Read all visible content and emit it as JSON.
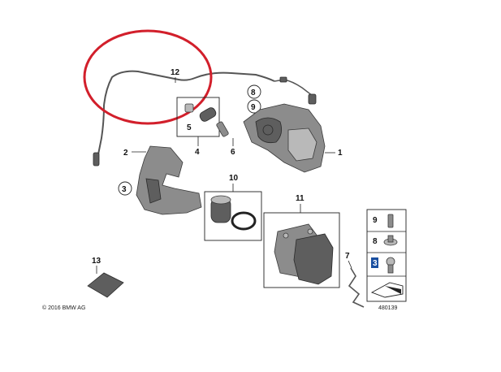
{
  "labels": {
    "p1": "1",
    "p2": "2",
    "p3": "3",
    "p4": "4",
    "p5": "5",
    "p6": "6",
    "p7": "7",
    "p8": "8",
    "p9": "9",
    "p10": "10",
    "p11": "11",
    "p12": "12",
    "p13": "13"
  },
  "legend": {
    "item_9": "9",
    "item_8": "8",
    "item_3": "3"
  },
  "copyright": "© 2016 BMW AG",
  "diagram_number": "480139",
  "colors": {
    "highlight_circle": "#d21f2b",
    "legend_3_highlight": "#1a4fa0"
  }
}
